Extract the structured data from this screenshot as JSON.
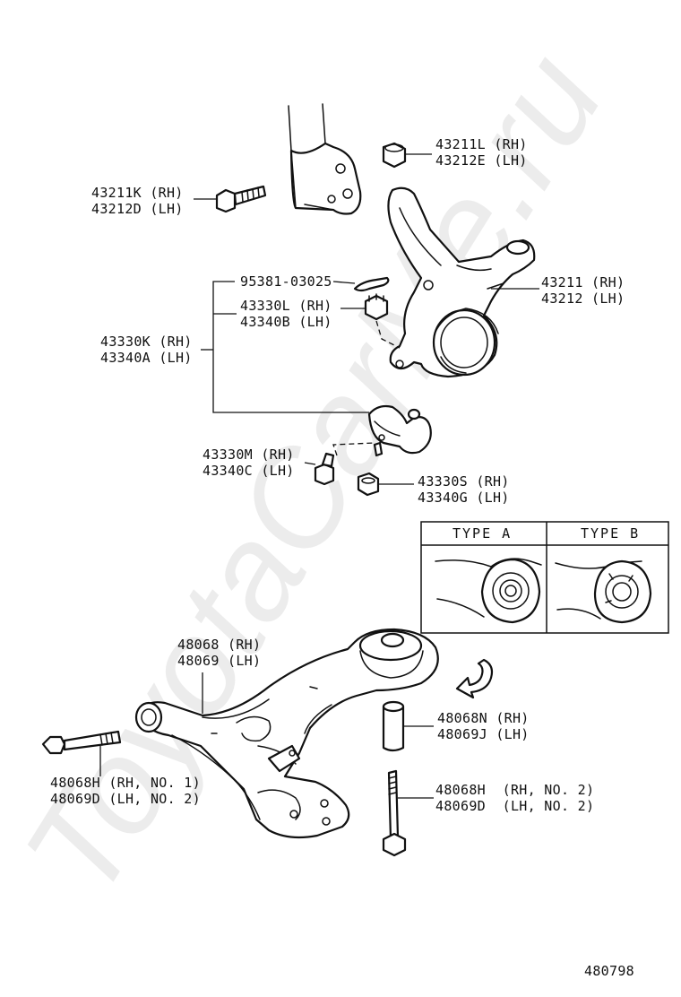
{
  "watermark": "ToyotaCarMe.ru",
  "diagram_id": "480798",
  "callouts": {
    "nut_top": [
      "43211L (RH)",
      "43212E (LH)"
    ],
    "bolt_top": [
      "43211K (RH)",
      "43212D (LH)"
    ],
    "cotter_pin": "95381-03025",
    "knuckle": [
      "43211 (RH)",
      "43212 (LH)"
    ],
    "castle_nut": [
      "43330L (RH)",
      "43340B (LH)"
    ],
    "ball_joint_assy": [
      "43330K (RH)",
      "43340A (LH)"
    ],
    "ball_joint_bolt": [
      "43330M (RH)",
      "43340C (LH)"
    ],
    "ball_joint_nut": [
      "43330S (RH)",
      "43340G (LH)"
    ],
    "lower_arm": [
      "48068 (RH)",
      "48069 (LH)"
    ],
    "arm_bolt_1": [
      "48068H (RH, NO. 1)",
      "48069D (LH, NO. 2)"
    ],
    "bushing": [
      "48068N (RH)",
      "48069J (LH)"
    ],
    "arm_bolt_2": [
      "48068H  (RH, NO. 2)",
      "48069D  (LH, NO. 2)"
    ]
  },
  "type_box": {
    "type_a": "TYPE  A",
    "type_b": "TYPE  B"
  }
}
